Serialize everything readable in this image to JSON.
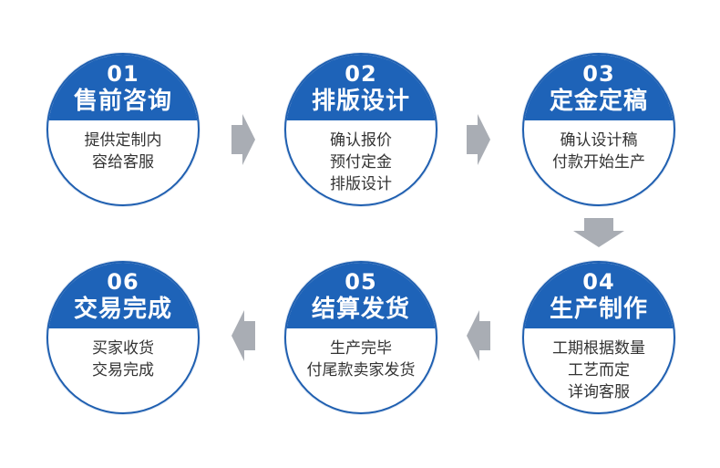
{
  "colors": {
    "primary": "#1e63b8",
    "arrow": "#a9adb4",
    "text": "#333333"
  },
  "steps": [
    {
      "num": "01",
      "title": "售前咨询",
      "lines": [
        "提供定制内",
        "容给客服"
      ]
    },
    {
      "num": "02",
      "title": "排版设计",
      "lines": [
        "确认报价",
        "预付定金",
        "排版设计"
      ]
    },
    {
      "num": "03",
      "title": "定金定稿",
      "lines": [
        "确认设计稿",
        "付款开始生产"
      ]
    },
    {
      "num": "04",
      "title": "生产制作",
      "lines": [
        "工期根据数量",
        "工艺而定",
        "详询客服"
      ]
    },
    {
      "num": "05",
      "title": "结算发货",
      "lines": [
        "生产完毕",
        "付尾款卖家发货"
      ]
    },
    {
      "num": "06",
      "title": "交易完成",
      "lines": [
        "买家收货",
        "交易完成"
      ]
    }
  ]
}
